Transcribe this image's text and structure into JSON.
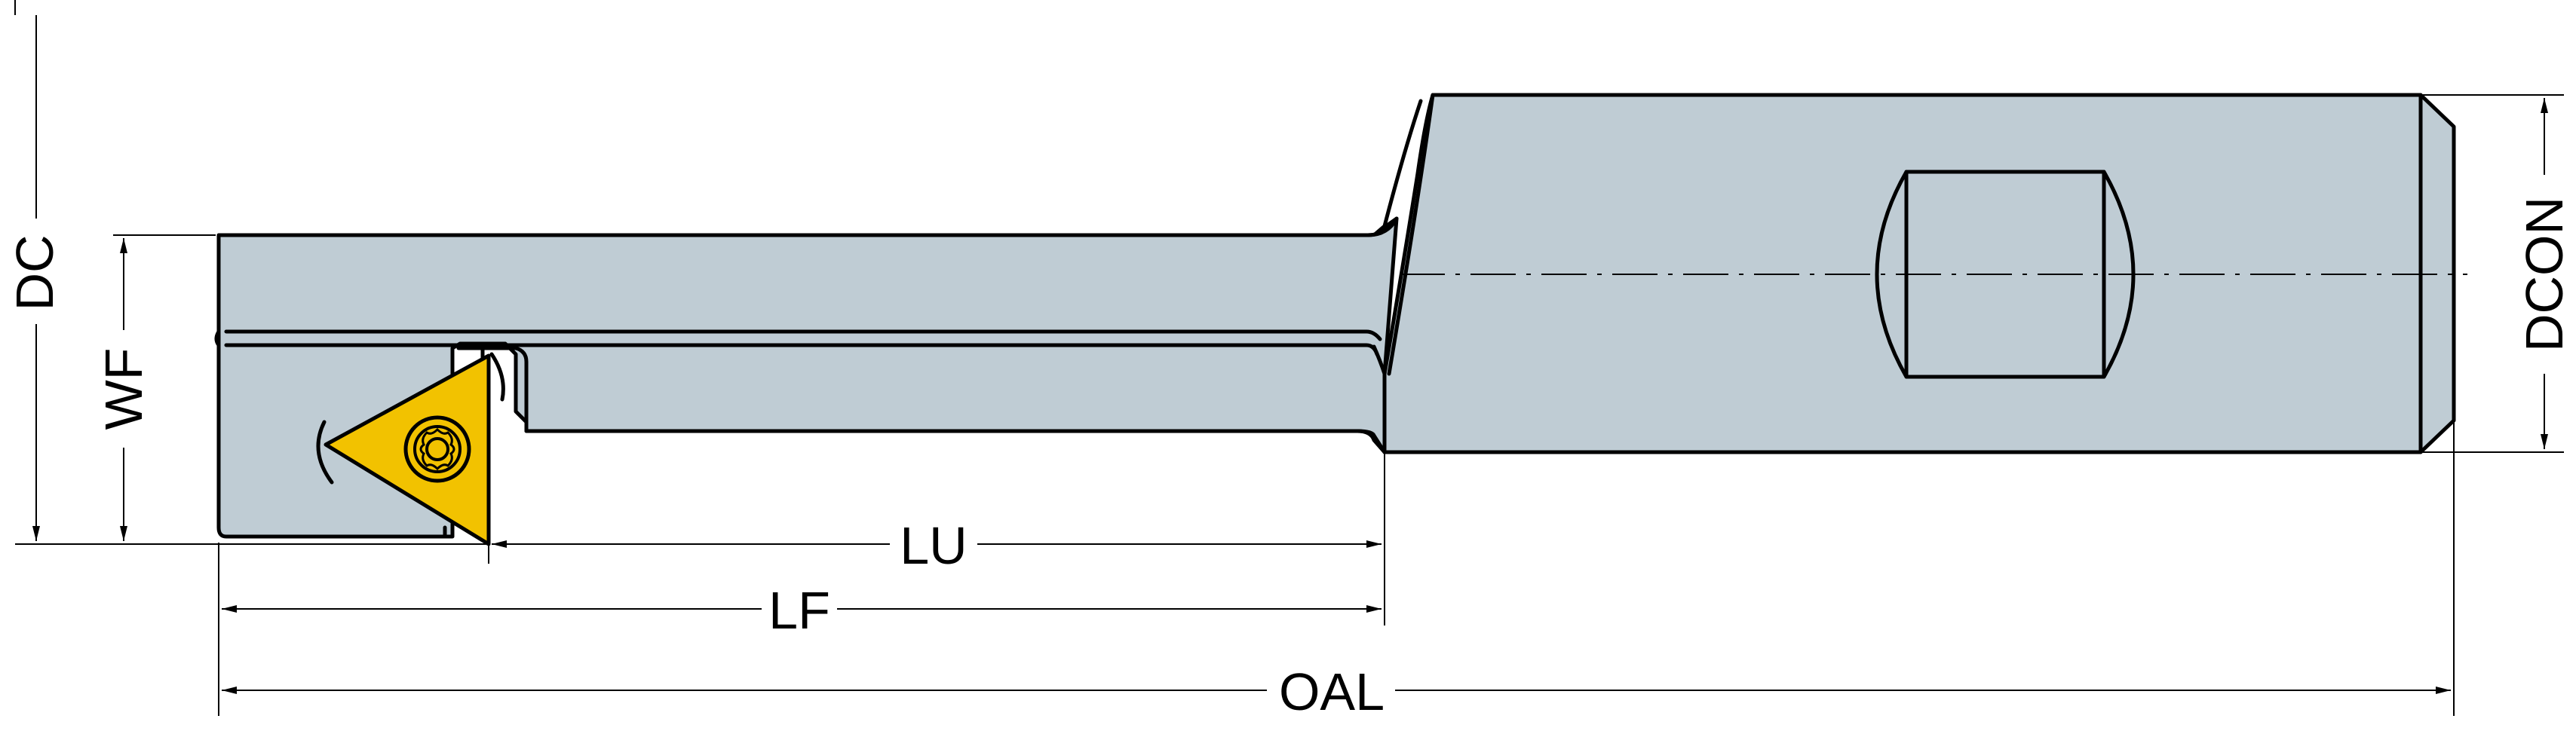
{
  "colors": {
    "tool_body": "#bfccd4",
    "insert": "#f2c200",
    "line": "#000000",
    "background": "#ffffff"
  },
  "dimensions": {
    "dc": "DC",
    "wf": "WF",
    "lu": "LU",
    "lf": "LF",
    "oal": "OAL",
    "dcon": "DCON"
  }
}
